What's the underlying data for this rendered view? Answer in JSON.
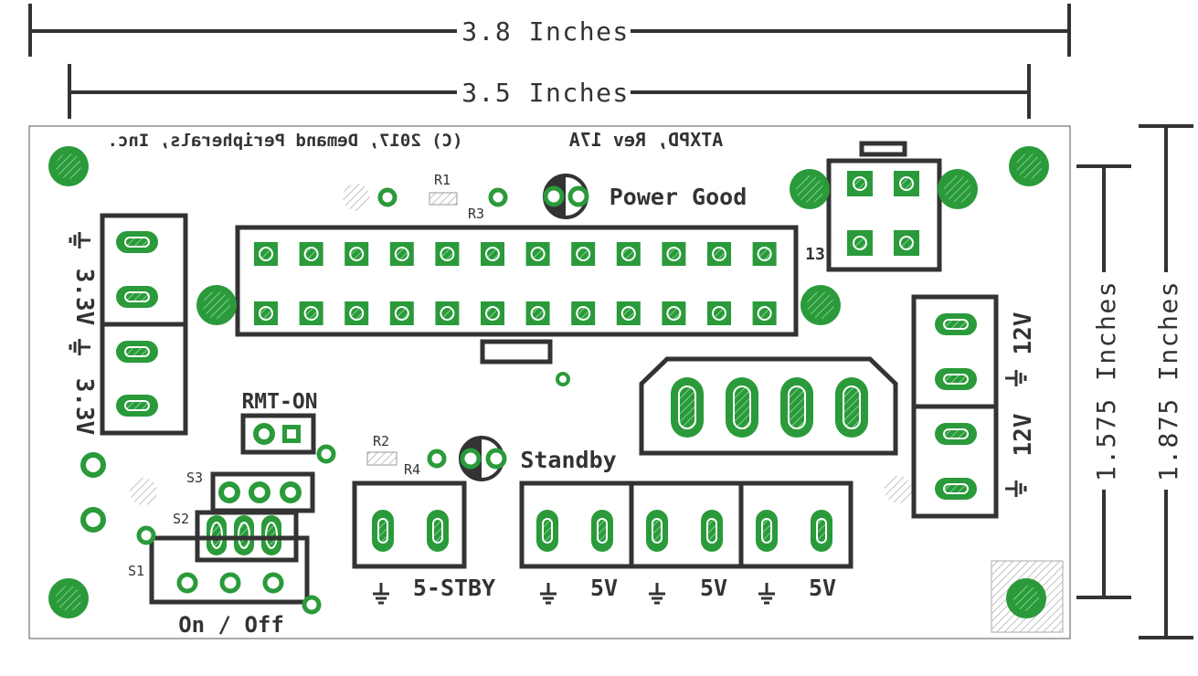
{
  "dimensions": {
    "width_outer": "3.8 Inches",
    "width_inner": "3.5 Inches",
    "height_inner": "1.575 Inches",
    "height_outer": "1.875 Inches"
  },
  "board": {
    "copyright": "(C) 2017, Demand Peripherals, Inc.",
    "revision": "ATXPD, Rev 17A",
    "pin_number": "13",
    "power_good": "Power Good",
    "standby": "Standby",
    "rmt_on": "RMT-ON",
    "on_off": "On / Off"
  },
  "resistors": [
    "R1",
    "R2",
    "R3",
    "R4"
  ],
  "switches": [
    "S1",
    "S2",
    "S3"
  ],
  "left_terminals": [
    "3.3V",
    "3.3V"
  ],
  "right_terminals": [
    "12V",
    "12V"
  ],
  "bottom_terminals": {
    "stby": "5-STBY",
    "five_v": [
      "5V",
      "5V",
      "5V"
    ]
  },
  "colors": {
    "pad": "#2a9a3a",
    "silkscreen": "#333333",
    "background": "#ffffff"
  }
}
